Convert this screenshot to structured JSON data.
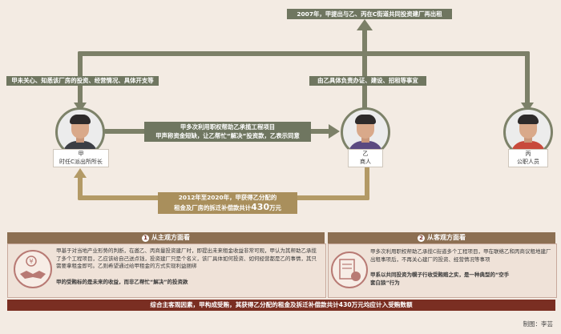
{
  "top_box": "2007年，甲提出与乙、丙在C街道共同投资建厂再出租",
  "left_box": "甲未关心、知悉该厂房的投资、经营情况、具体开支等",
  "right_box": "由乙具体负责办证、建设、招租等事宜",
  "mid_box": {
    "line1": "甲多次利用职权帮助乙承揽工程项目",
    "line2": "甲声称资金短缺，让乙帮忙“解决”投资款，乙表示同意"
  },
  "bottom_box": {
    "line1": "2012年至2020年，甲获得乙分配的",
    "line2_pre": "租金及厂房的拆迁补偿款共计",
    "amount": "430",
    "line2_post": "万元"
  },
  "persons": {
    "jia": {
      "name": "甲",
      "role": "时任C派出所所长"
    },
    "yi": {
      "name": "乙",
      "role": "商人"
    },
    "bing": {
      "name": "丙",
      "role": "公职人员"
    }
  },
  "panel_left": {
    "num": "1",
    "title": "从主观方面看",
    "text1": "甲基于对当地产业形势的判断，在邀乙、丙商量投资建厂时，即提出未来租金收益非常可观，甲认为其帮助乙承揽了多个工程项目，乙应该给自己送点钱，投资建厂只是个名义，该厂具体如何投资、如何经营都是乙的事情，其只需要拿租金即可。乙则希望通过给甲租金的方式实现利益捆绑",
    "text2": "甲的受贿标的是未来的收益，而非乙帮忙“解决”的投资款"
  },
  "panel_right": {
    "num": "2",
    "title": "从客观方面看",
    "text1": "甲多次利用职权帮助乙承揽C街道多个工程项目，甲在联络乙和丙商议租地建厂出租事项后，不再关心建厂的投资、经营情况等事项",
    "text2a": "甲系以共同投资为幌子行收受贿赂之实，是一种典型的“空手",
    "text2b": "套白狼”行为"
  },
  "conclusion": "综合主客观因素，甲构成受贿，其获得乙分配的租金及拆迁补偿款共计430万元均应计入受贿数额",
  "credit": "制图：李芸",
  "colors": {
    "olive": "#7c8068",
    "khaki": "#b39a66",
    "panel_red": "#7a2e22",
    "panel_bg": "#efe2d8",
    "bg": "#f3ebe3"
  }
}
